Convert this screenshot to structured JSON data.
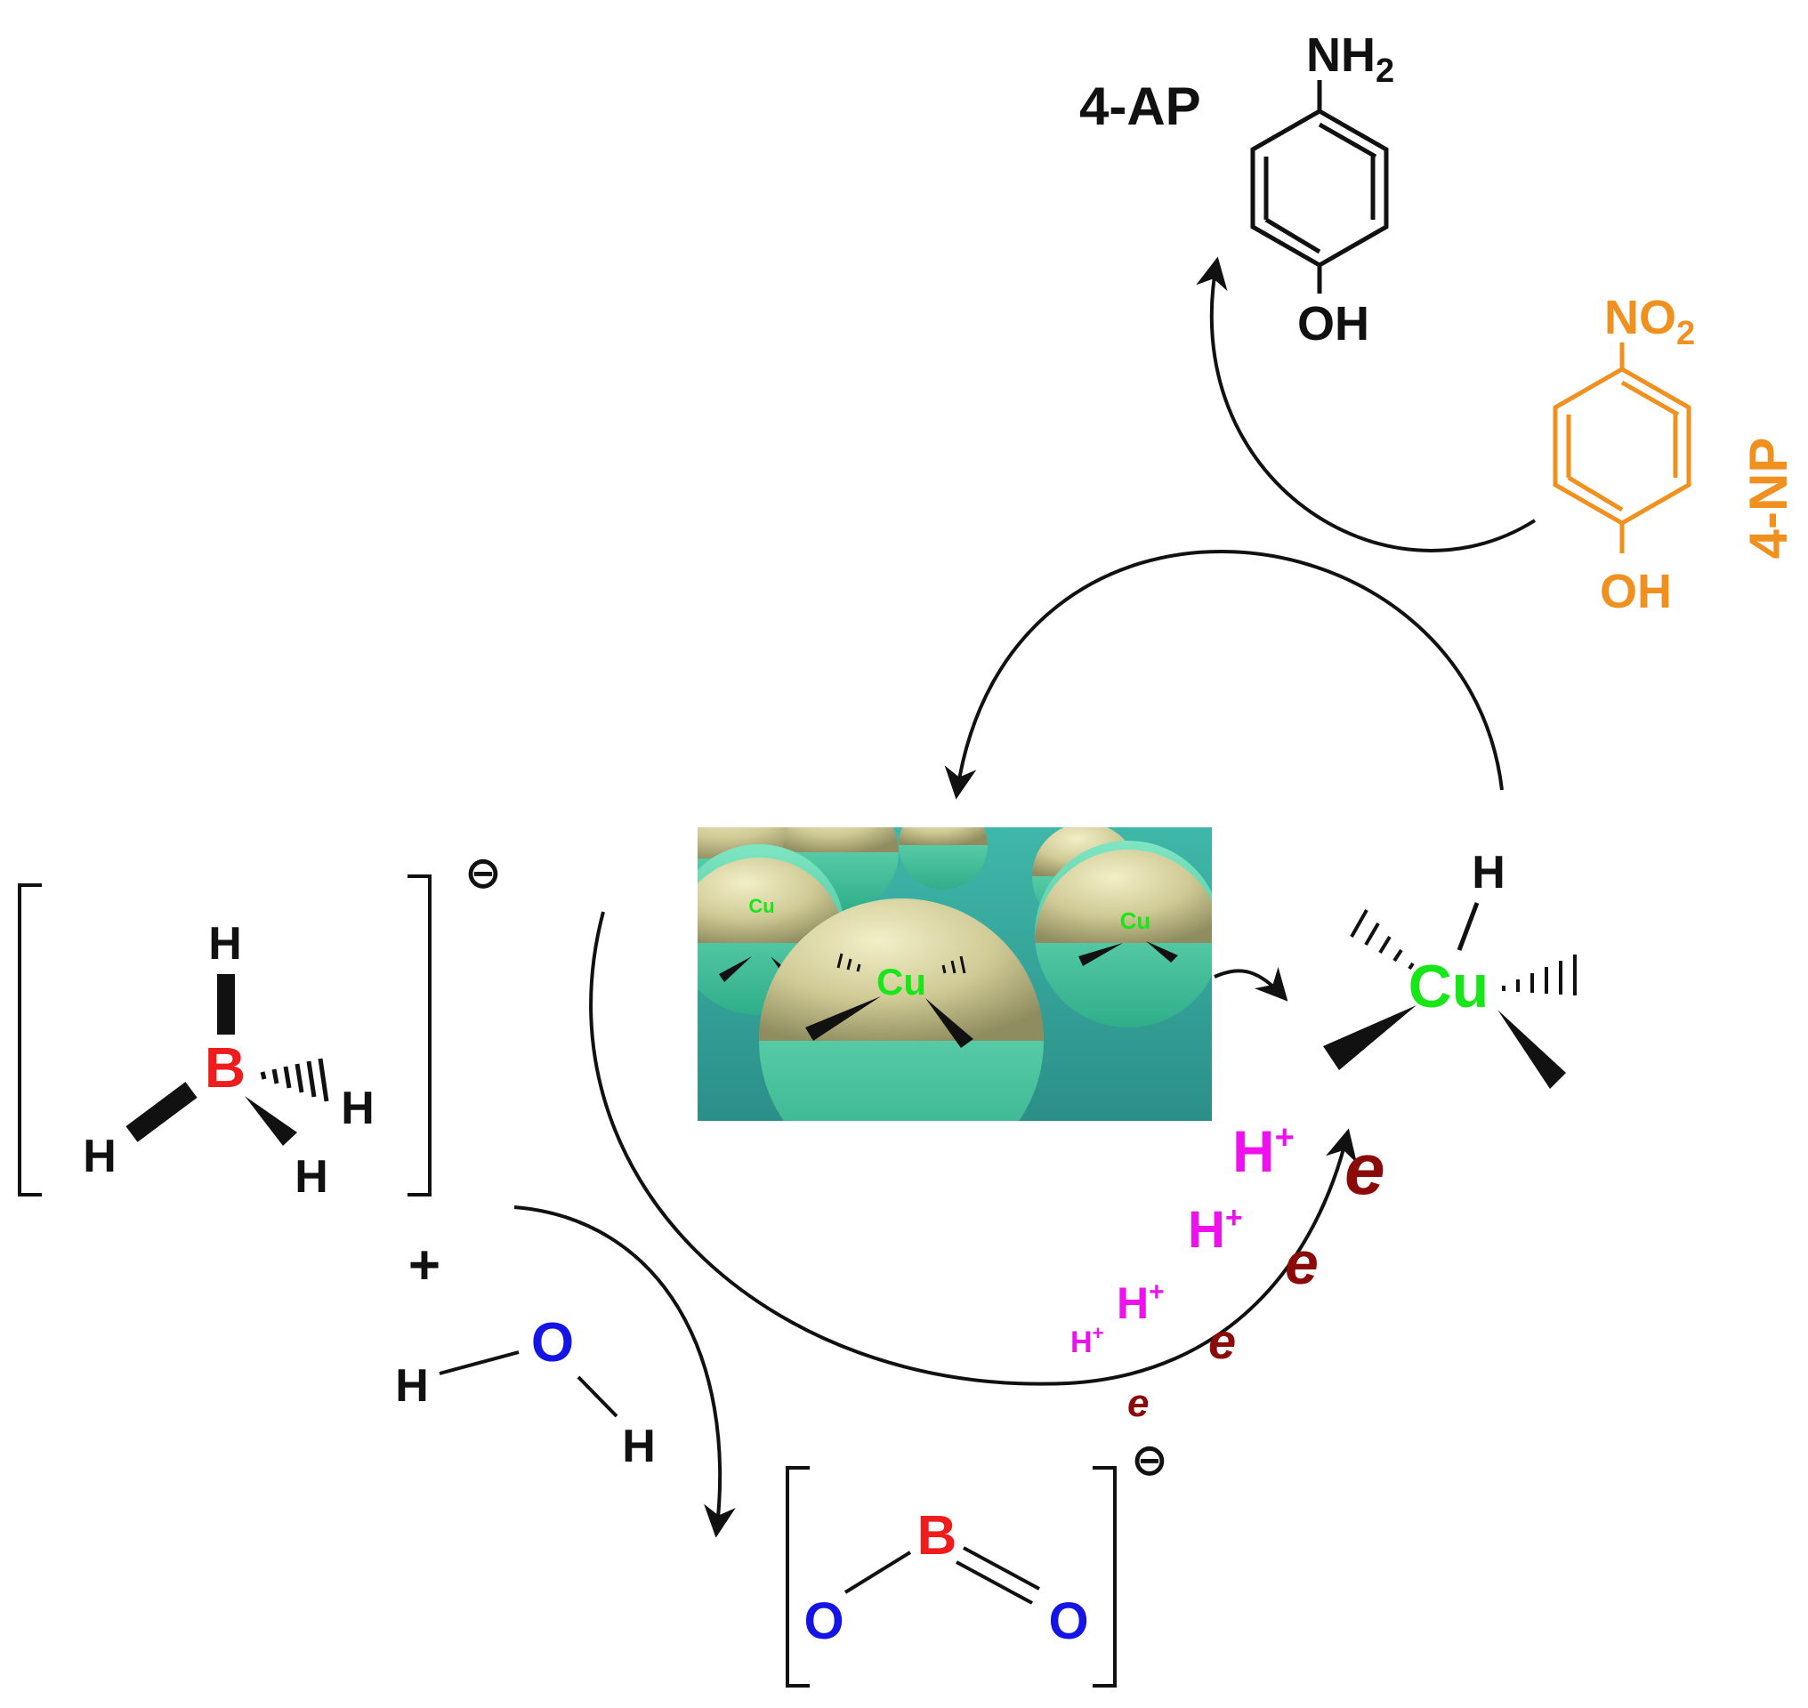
{
  "colors": {
    "black": "#111111",
    "boron": "#ee1c1c",
    "oxygen": "#1414e6",
    "copper": "#19e619",
    "proton": "#ee11ee",
    "electron": "#8b0a0a",
    "nitrophenol": "#f0901e",
    "sphere_top": "#c9c48c",
    "sphere_bottom": "#4fd1a6",
    "surface": "#2f9e95"
  },
  "borohydride": {
    "boron": "B",
    "hydrogens": [
      "H",
      "H",
      "H",
      "H"
    ],
    "charge": "⊖"
  },
  "plus_sign": "+",
  "water": {
    "oxygen": "O",
    "hydrogens": [
      "H",
      "H"
    ]
  },
  "metaborate": {
    "boron": "B",
    "oxygens": [
      "O",
      "O"
    ],
    "charge": "⊖"
  },
  "product": {
    "label": "4-AP",
    "top_group": "NH",
    "top_group_subscript": "2",
    "bottom_group": "OH"
  },
  "reactant": {
    "label": "4-NP",
    "top_group": "NO",
    "top_group_subscript": "2",
    "bottom_group": "OH"
  },
  "catalyst_image": {
    "atom_label": "Cu"
  },
  "copper_hydride": {
    "metal": "Cu",
    "hydrogen": "H"
  },
  "protons": [
    "H",
    "H",
    "H",
    "H"
  ],
  "proton_charge": "+",
  "electrons": [
    "e",
    "e",
    "e",
    "e"
  ]
}
